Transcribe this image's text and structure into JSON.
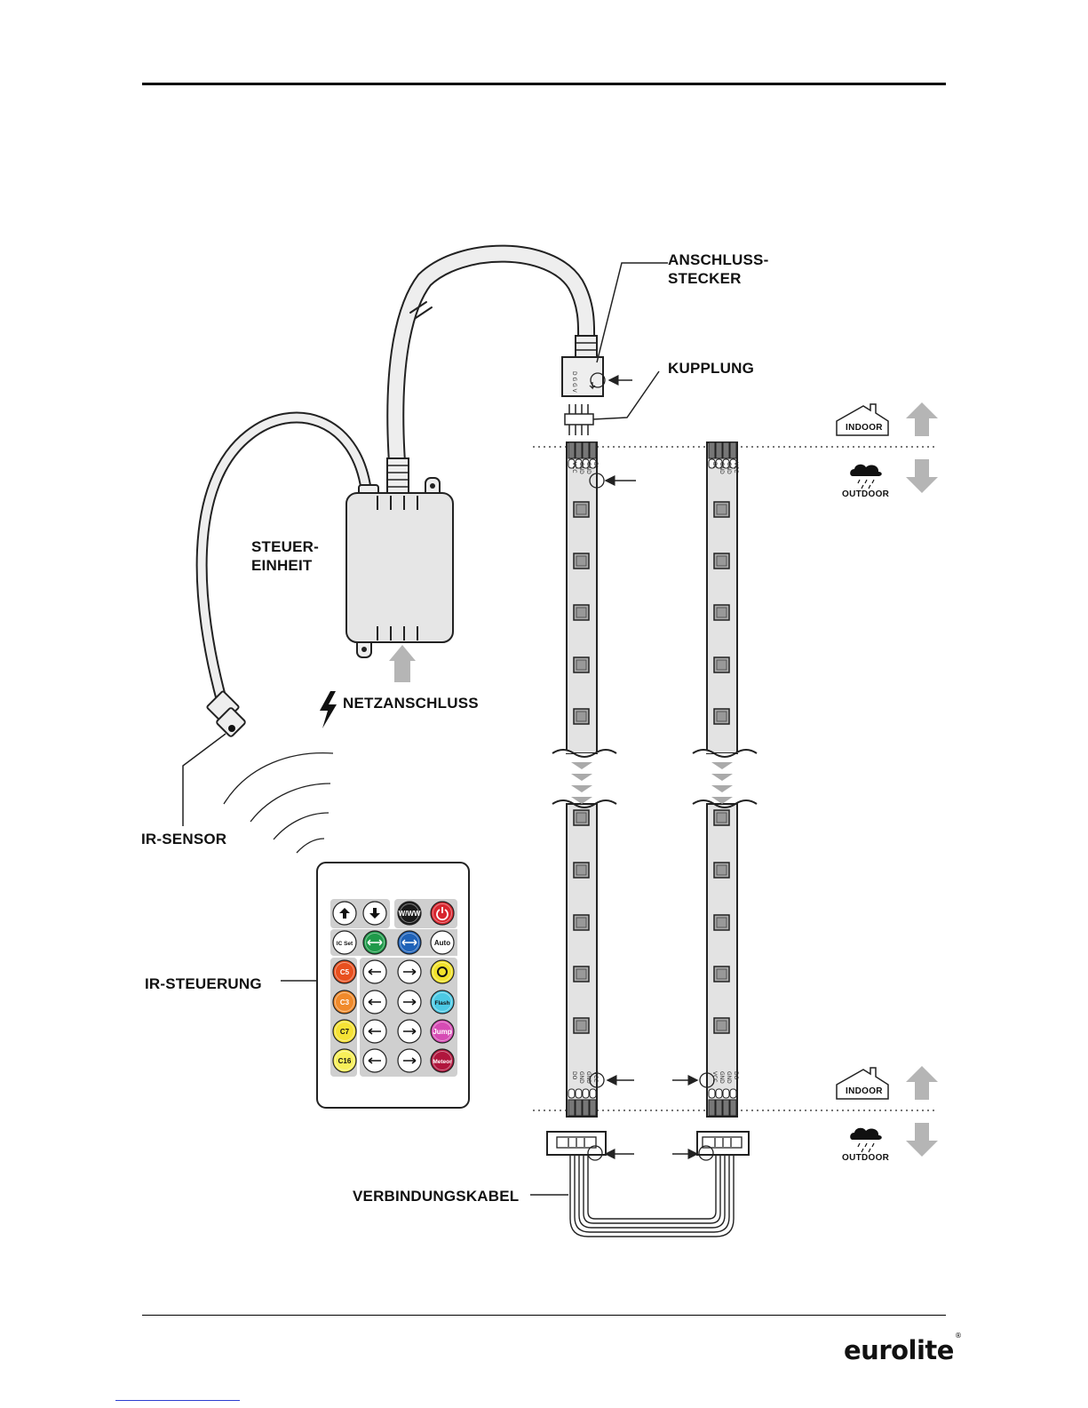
{
  "labels": {
    "anschluss_stecker_1": "ANSCHLUSS-",
    "anschluss_stecker_2": "STECKER",
    "kupplung": "KUPPLUNG",
    "steuer_einheit_1": "STEUER-",
    "steuer_einheit_2": "EINHEIT",
    "netzanschluss": "NETZANSCHLUSS",
    "ir_sensor": "IR-SENSOR",
    "ir_steuerung": "IR-STEUERUNG",
    "verbindungskabel": "VERBINDUNGSKABEL"
  },
  "zones": {
    "indoor": "INDOOR",
    "outdoor": "OUTDOOR"
  },
  "pins": [
    "VCC",
    "GND",
    "GND",
    "DI"
  ],
  "pins_out": [
    "DO",
    "GND",
    "GND",
    "VCC"
  ],
  "remote": {
    "buttons": [
      {
        "label": "",
        "icon": "arrow-up-icon",
        "color": "#ffffff"
      },
      {
        "label": "",
        "icon": "arrow-down-icon",
        "color": "#ffffff"
      },
      {
        "label": "W/WW",
        "icon": "",
        "color": "#1a1a1a"
      },
      {
        "label": "",
        "icon": "power-icon",
        "color": "#d8262e"
      },
      {
        "label": "IC Set",
        "icon": "",
        "color": "#ffffff"
      },
      {
        "label": "",
        "icon": "dim-up-icon",
        "color": "#1f9a4a"
      },
      {
        "label": "",
        "icon": "dim-down-icon",
        "color": "#1f62b8"
      },
      {
        "label": "Auto",
        "icon": "",
        "color": "#ffffff"
      },
      {
        "label": "C5",
        "icon": "",
        "color": "#e8501f"
      },
      {
        "label": "",
        "icon": "speed-down-icon",
        "color": "#ffffff"
      },
      {
        "label": "",
        "icon": "speed-up-icon",
        "color": "#ffffff"
      },
      {
        "label": "",
        "icon": "loop-icon",
        "color": "#f2e22a"
      },
      {
        "label": "C3",
        "icon": "",
        "color": "#f08a2b"
      },
      {
        "label": "",
        "icon": "prev-icon",
        "color": "#ffffff"
      },
      {
        "label": "",
        "icon": "next-icon",
        "color": "#ffffff"
      },
      {
        "label": "Flash",
        "icon": "",
        "color": "#4cc9e4"
      },
      {
        "label": "C7",
        "icon": "",
        "color": "#f6e235"
      },
      {
        "label": "",
        "icon": "left-icon",
        "color": "#ffffff"
      },
      {
        "label": "",
        "icon": "right-icon",
        "color": "#ffffff"
      },
      {
        "label": "Jump",
        "icon": "",
        "color": "#d64bb4"
      },
      {
        "label": "C16",
        "icon": "",
        "color": "#f7ef5a"
      },
      {
        "label": "",
        "icon": "fade-left-icon",
        "color": "#ffffff"
      },
      {
        "label": "",
        "icon": "fade-right-icon",
        "color": "#ffffff"
      },
      {
        "label": "Meteor",
        "icon": "",
        "color": "#b0163d"
      }
    ]
  },
  "brand": {
    "logo": "eurolite",
    "mark": "®"
  }
}
